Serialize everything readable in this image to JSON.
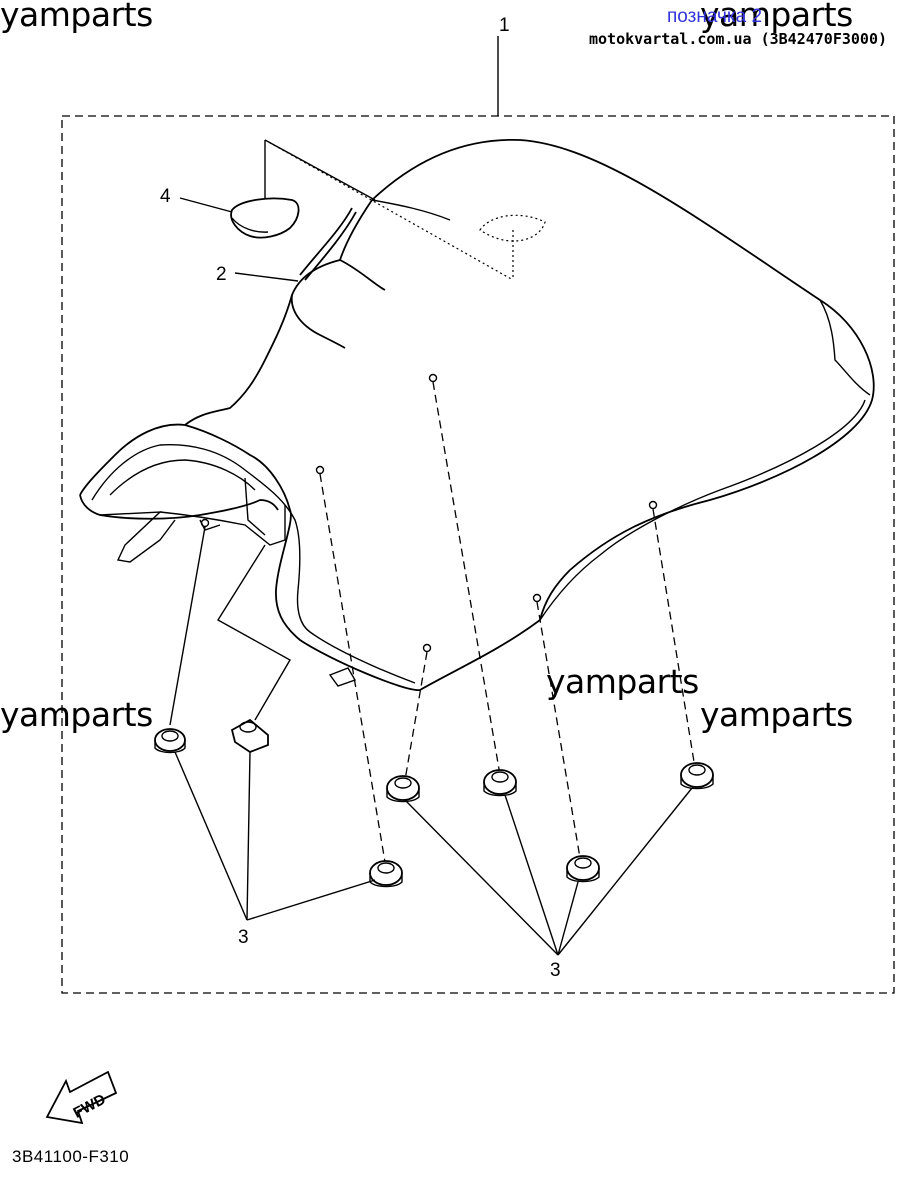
{
  "watermarks": {
    "top_left": "yamparts",
    "top_right": "yamparts",
    "middle_left": "yamparts",
    "middle_center": "yamparts",
    "middle_right": "yamparts"
  },
  "header": {
    "highlight_label": "позначка 2",
    "site_reference": "motokvartal.com.ua (3B42470F3000)"
  },
  "callouts": {
    "part_1": "1",
    "part_2": "2",
    "part_3_left": "3",
    "part_3_right": "3",
    "part_4": "4"
  },
  "footer": {
    "fwd_label": "FWD",
    "diagram_code": "3B41100-F310"
  }
}
